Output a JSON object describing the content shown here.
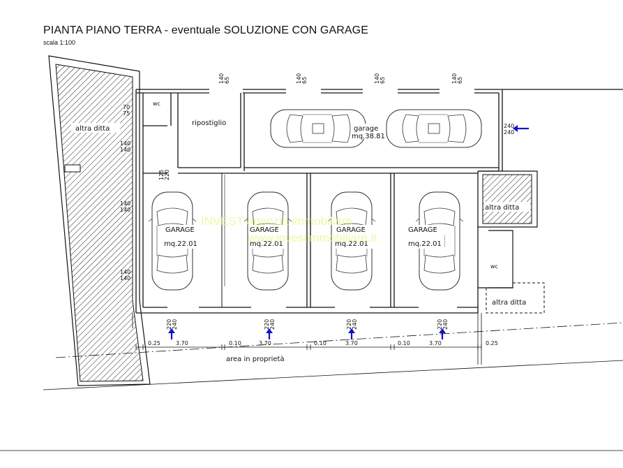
{
  "header": {
    "title": "PIANTA PIANO TERRA - eventuale SOLUZIONE CON GARAGE",
    "scale": "scala 1:100"
  },
  "rooms": {
    "altra_ditta_left": "altra ditta",
    "wc_top": "wc",
    "ripostiglio": "ripostiglio",
    "garage_large": "garage",
    "garage_large_area": "mq.38.81",
    "garage_label": "GARAGE",
    "garage_area": "mq.22.01",
    "altra_ditta_right": "altra ditta",
    "wc_right": "wc",
    "altra_ditta_bottom": "altra ditta",
    "area_proprieta": "area in proprietà"
  },
  "dimensions": {
    "window_top_a": "140",
    "window_top_b": "65",
    "side_70": "70",
    "side_75": "75",
    "side_140": "140",
    "door_125": "125",
    "door_220": "220",
    "door_240": "240",
    "bottom": [
      "0.25",
      "3.70",
      "0.10",
      "3.70",
      "0.10",
      "3.70",
      "0.10",
      "3.70",
      "0.25"
    ]
  },
  "watermark": {
    "line1": "INVEST agenzia immobiliare",
    "line2": "www.investimmobiliare.it"
  },
  "colors": {
    "arrow": "#1010d0",
    "line": "#111111",
    "watermark": "#eaf58a"
  }
}
